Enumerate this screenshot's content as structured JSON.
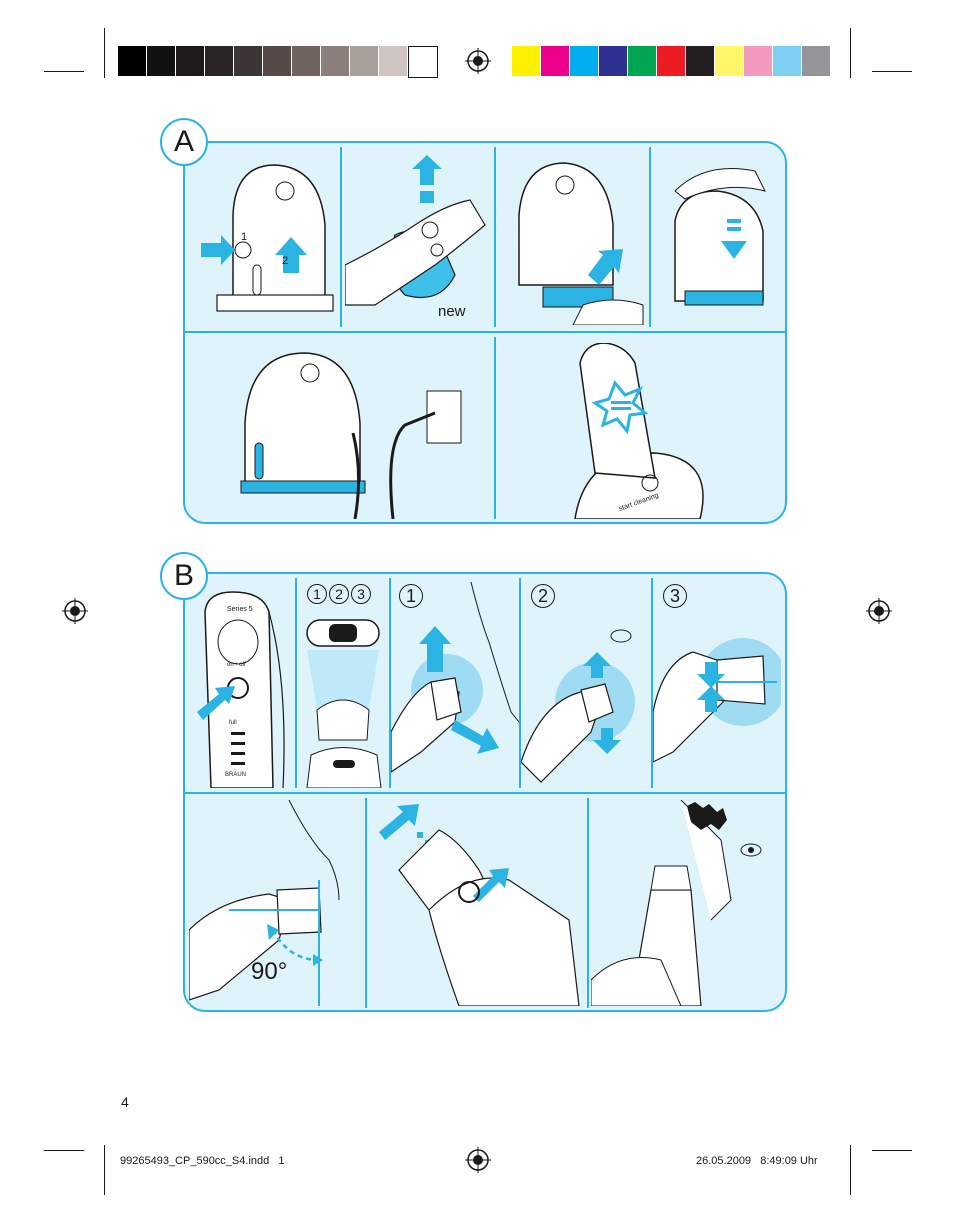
{
  "section_a": {
    "label": "A",
    "new_label": "new"
  },
  "section_b": {
    "label": "B",
    "step_nums": [
      "1",
      "2",
      "3"
    ],
    "step_one": "1",
    "step_two": "2",
    "step_three": "3",
    "angle_label": "90°"
  },
  "device_text": {
    "series": "Series 5",
    "on_off": "on • off",
    "full": "full",
    "brand": "BRAUN",
    "clean": "start cleaning"
  },
  "page_number": "4",
  "footer": {
    "file": "99265493_CP_590cc_S4.indd   1",
    "timestamp": "26.05.2009   8:49:09 Uhr"
  },
  "colors": {
    "accent": "#2bb3e4",
    "panel_bg": "#dff3fb",
    "gray_bar": [
      "#000000",
      "#111111",
      "#1f1a1a",
      "#2b2424",
      "#3d3434",
      "#554a47",
      "#6f6460",
      "#8a7f7b",
      "#a8a09b",
      "#cfc6c4",
      "#ffffff"
    ],
    "color_bar": [
      "#fff200",
      "#ec008c",
      "#00aeef",
      "#2e3192",
      "#00a651",
      "#ed1c24",
      "#231f20",
      "#fff568",
      "#f49ac1",
      "#7dd0f2",
      "#939598"
    ]
  }
}
